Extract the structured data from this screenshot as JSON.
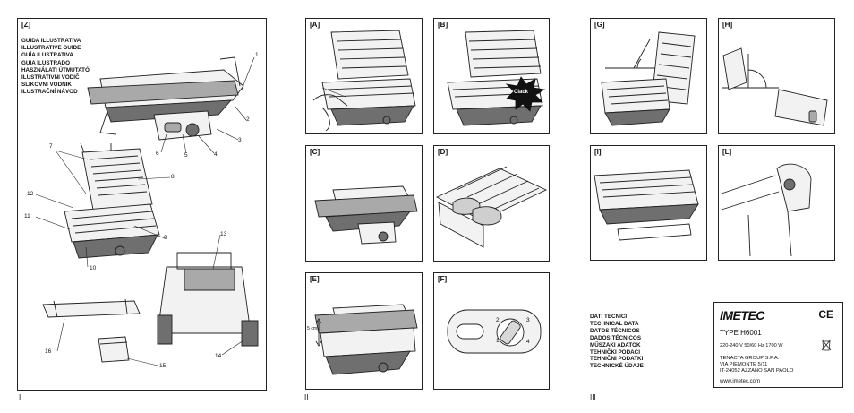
{
  "page_one": {
    "frame_label": "[Z]",
    "guide_titles": [
      "GUIDA ILLUSTRATIVA",
      "ILLUSTRATIVE GUIDE",
      "GUÍA ILUSTRATIVA",
      "GUIA ILUSTRADO",
      "HASZNÁLATI ÚTMUTATÓ",
      "ILUSTRATIVNI VODIČ",
      "SLIKOVNI VODNIK",
      "ILUSTRAČNÍ NÁVOD"
    ],
    "part_numbers": [
      "1",
      "2",
      "3",
      "4",
      "5",
      "6",
      "7",
      "8",
      "9",
      "10",
      "11",
      "12",
      "13",
      "14",
      "15",
      "16"
    ],
    "page_number": "I"
  },
  "page_two": {
    "panel_labels": [
      "[A]",
      "[B]",
      "[C]",
      "[D]",
      "[E]",
      "[F]"
    ],
    "clack_text": "Clack",
    "height_marker": "5 cm",
    "dial_numbers": [
      "1",
      "2",
      "3",
      "4"
    ],
    "page_number": "II"
  },
  "page_three": {
    "panel_labels": [
      "[G]",
      "[H]",
      "[I]",
      "[L]"
    ],
    "tech_titles": [
      "DATI TECNICI",
      "TECHNICAL DATA",
      "DATOS TÉCNICOS",
      "DADOS TÉCNICOS",
      "MŰSZAKI ADATOK",
      "TEHNIČKI PODACI",
      "TEHNIČNI PODATKI",
      "TECHNICKÉ ÚDAJE"
    ],
    "brand": "IMETEC",
    "ce_mark": "CE",
    "model_type": "TYPE H6001",
    "rating": "220-240 V 50/60 Hz 1700 W",
    "company": "TENACTA GROUP S.P.A.",
    "address_1": "VIA PIEMONTE 5/11",
    "address_2": "IT-24052 AZZANO SAN PAOLO",
    "website": "www.imetec.com",
    "page_number": "III"
  }
}
